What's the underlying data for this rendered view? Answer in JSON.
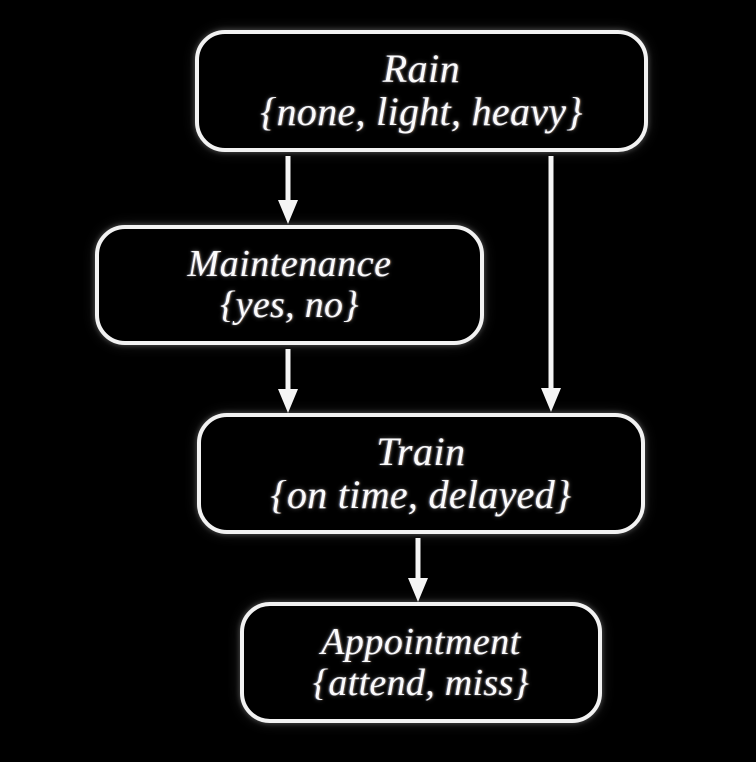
{
  "diagram": {
    "type": "bayesian-network",
    "background_color": "#000000",
    "node_color": "#f2f2f2",
    "text_color": "#fbfbfb",
    "nodes": [
      {
        "id": "rain",
        "title": "Rain",
        "states": "{none, light, heavy}",
        "state_list": [
          "none",
          "light",
          "heavy"
        ]
      },
      {
        "id": "maintenance",
        "title": "Maintenance",
        "states": "{yes, no}",
        "state_list": [
          "yes",
          "no"
        ]
      },
      {
        "id": "train",
        "title": "Train",
        "states": "{on time, delayed}",
        "state_list": [
          "on time",
          "delayed"
        ]
      },
      {
        "id": "appointment",
        "title": "Appointment",
        "states": "{attend, miss}",
        "state_list": [
          "attend",
          "miss"
        ]
      }
    ],
    "edges": [
      {
        "id": "rain-to-maintenance",
        "from": "Rain",
        "to": "Maintenance"
      },
      {
        "id": "rain-to-train",
        "from": "Rain",
        "to": "Train"
      },
      {
        "id": "maintenance-to-train",
        "from": "Maintenance",
        "to": "Train"
      },
      {
        "id": "train-to-appointment",
        "from": "Train",
        "to": "Appointment"
      }
    ]
  }
}
